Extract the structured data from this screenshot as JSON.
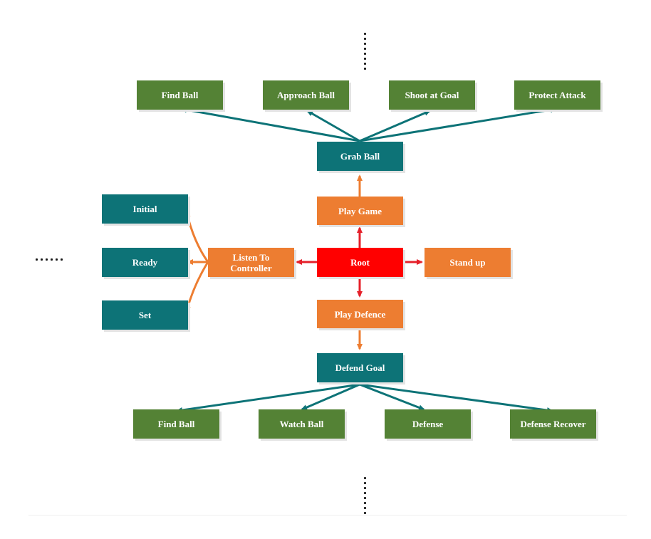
{
  "nodes": {
    "root": "Root",
    "stand_up": "Stand up",
    "play_game": "Play Game",
    "play_defence": "Play Defence",
    "listen_to_controller": "Listen To\nController",
    "grab_ball": "Grab Ball",
    "defend_goal": "Defend Goal",
    "initial": "Initial",
    "ready": "Ready",
    "set": "Set",
    "attack_children": [
      "Find Ball",
      "Approach Ball",
      "Shoot at Goal",
      "Protect Attack"
    ],
    "defence_children": [
      "Find Ball",
      "Watch Ball",
      "Defense",
      "Defense Recover"
    ]
  },
  "colors": {
    "leaf_green": "#548235",
    "composite_teal": "#0d7377",
    "decision_orange": "#ed7d31",
    "root_red": "#ff0000"
  }
}
